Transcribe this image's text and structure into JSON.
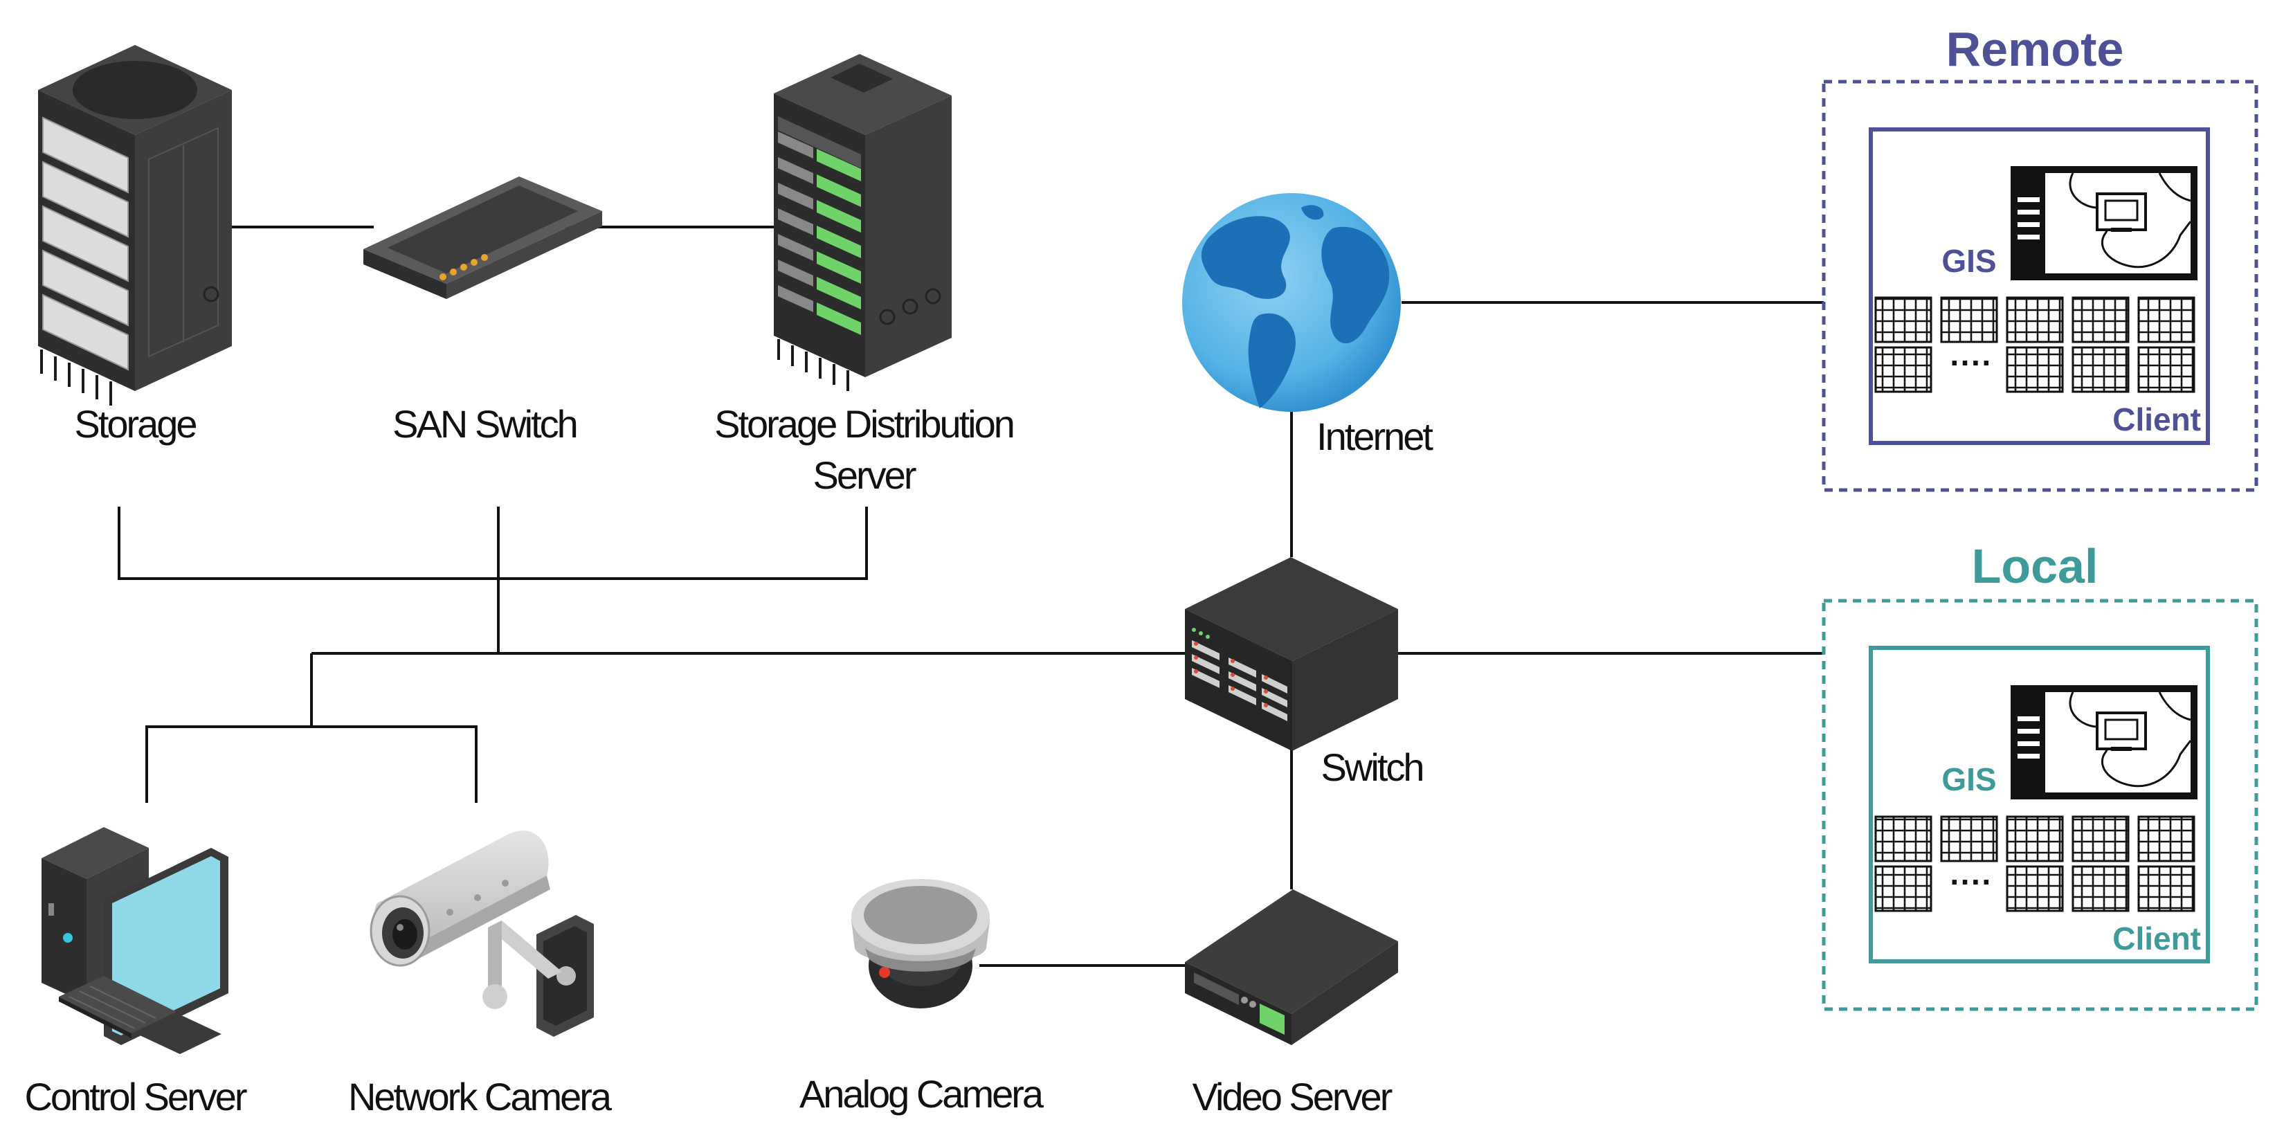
{
  "devices": {
    "storage": {
      "label": "Storage"
    },
    "san_switch": {
      "label": "SAN Switch"
    },
    "storage_distribution": {
      "label_line1": "Storage Distribution",
      "label_line2": "Server"
    },
    "internet": {
      "label": "Internet"
    },
    "switch": {
      "label": "Switch"
    },
    "control_server": {
      "label": "Control Server"
    },
    "network_camera": {
      "label": "Network Camera"
    },
    "analog_camera": {
      "label": "Analog Camera"
    },
    "video_server": {
      "label": "Video Server"
    }
  },
  "groups": {
    "remote": {
      "title": "Remote",
      "gis": "GIS",
      "client": "Client",
      "ellipsis": "····"
    },
    "local": {
      "title": "Local",
      "gis": "GIS",
      "client": "Client",
      "ellipsis": "····"
    }
  },
  "colors": {
    "remote": "#4f5197",
    "local": "#3f9a9a",
    "network_camera": "#d9a441",
    "analog_camera": "#e56b5a"
  }
}
